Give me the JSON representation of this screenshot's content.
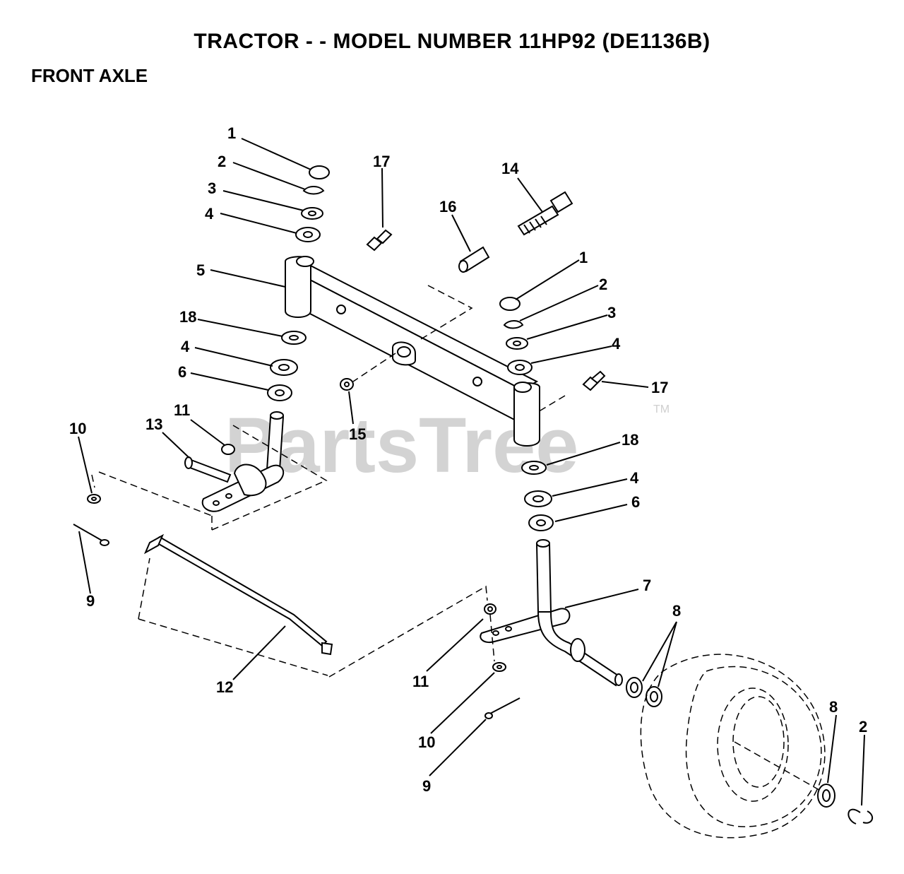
{
  "header": {
    "title": "TRACTOR - - MODEL NUMBER 11HP92 (DE1136B)",
    "section": "FRONT AXLE"
  },
  "watermark": {
    "text": "PartsTree",
    "tm": "TM"
  },
  "callouts": {
    "c1a": "1",
    "c2a": "2",
    "c3a": "3",
    "c4a": "4",
    "c5": "5",
    "c17a": "17",
    "c16": "16",
    "c14": "14",
    "c1b": "1",
    "c2b": "2",
    "c3b": "3",
    "c4b": "4",
    "c18a": "18",
    "c4c": "4",
    "c6a": "6",
    "c15": "15",
    "c17b": "17",
    "c10a": "10",
    "c13": "13",
    "c11a": "11",
    "c9a": "9",
    "c18b": "18",
    "c4d": "4",
    "c6b": "6",
    "c7": "7",
    "c8a": "8",
    "c12": "12",
    "c11b": "11",
    "c10b": "10",
    "c9b": "9",
    "c8b": "8",
    "c2c": "2"
  }
}
